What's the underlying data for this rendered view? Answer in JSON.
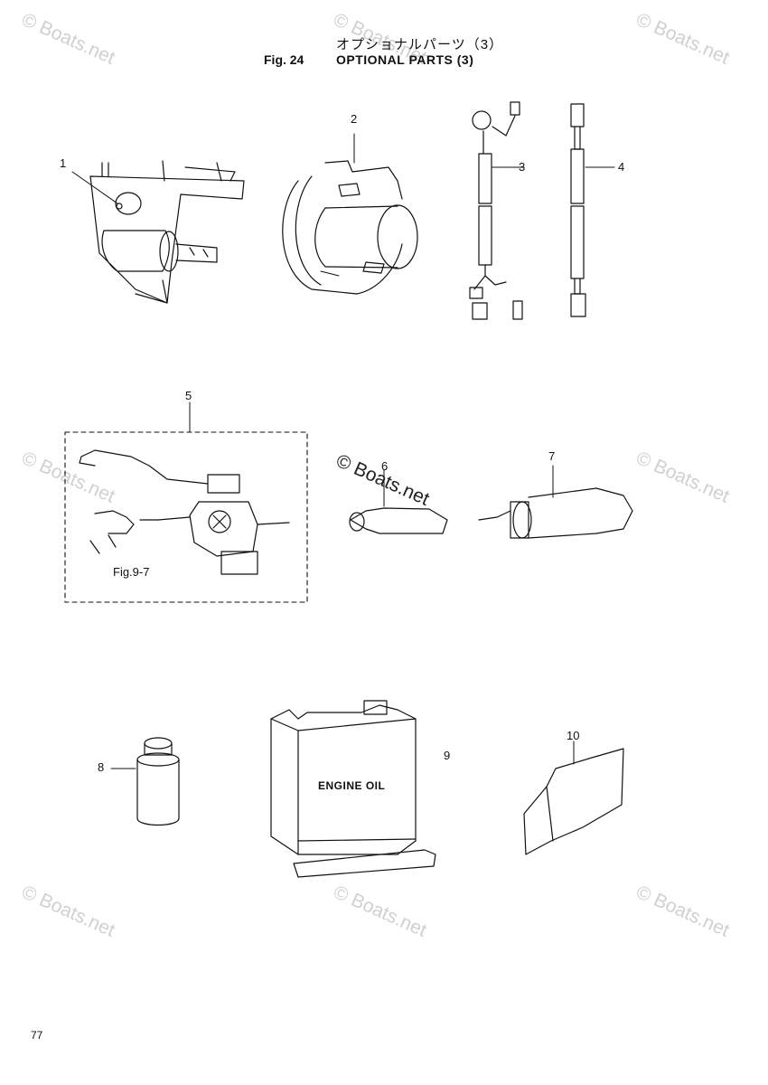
{
  "header": {
    "title_jp": "オプショナルパーツ（3）",
    "fig_label": "Fig. 24",
    "title_en": "OPTIONAL PARTS (3)"
  },
  "callouts": [
    "1",
    "2",
    "3",
    "4",
    "5",
    "6",
    "7",
    "8",
    "9",
    "10"
  ],
  "figure_reference": "Fig.9-7",
  "container_label": "ENGINE OIL",
  "watermark": "© Boats.net",
  "page_number": "77"
}
